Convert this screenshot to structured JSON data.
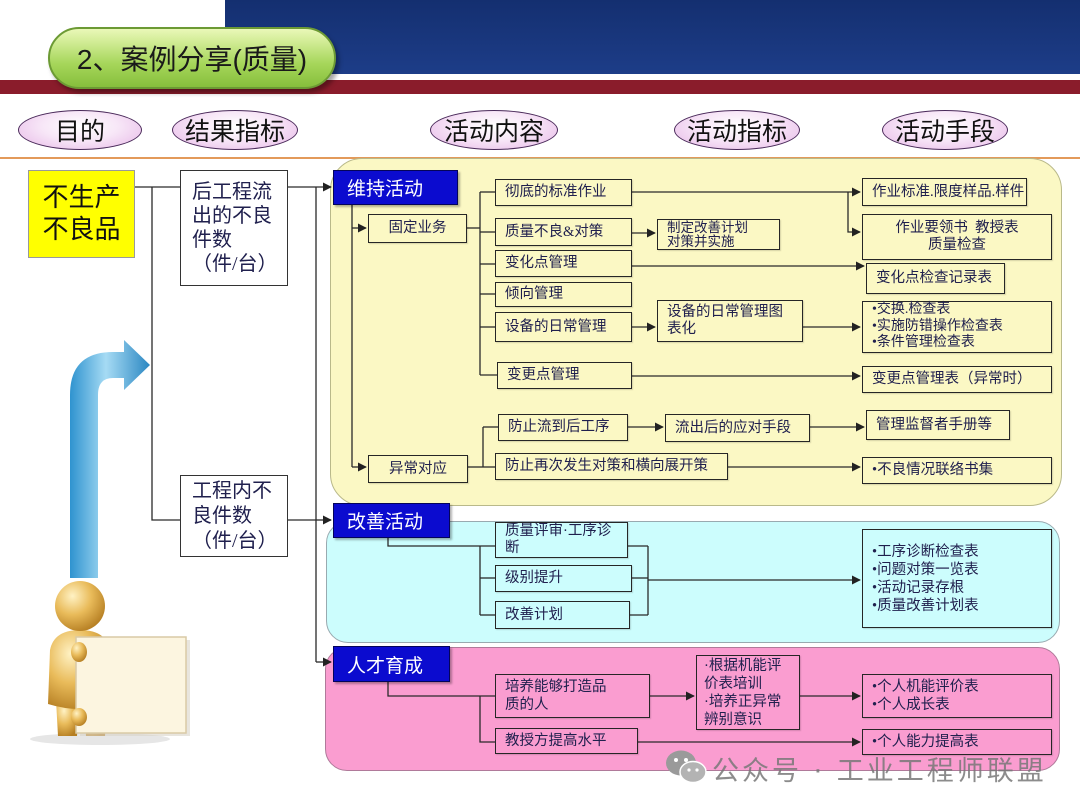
{
  "title": "2、案例分享(质量)",
  "headers": {
    "purpose": "目的",
    "result": "结果指标",
    "content": "活动内容",
    "indicator": "活动指标",
    "means": "活动手段"
  },
  "purpose": {
    "lines": [
      "不生产",
      "不良品"
    ]
  },
  "results": {
    "outflow": {
      "lines": [
        "后工程流",
        "出的不良",
        "件数",
        "（件/台）"
      ]
    },
    "in_process": {
      "lines": [
        "工程内不",
        "良件数",
        "（件/台）"
      ]
    }
  },
  "maintain": {
    "label": "维持活动",
    "routine_label": "固定业务",
    "items": {
      "standard_work": "彻底的标准作业",
      "defect_countermeasure": "质量不良&对策",
      "change_point": "变化点管理",
      "trend": "倾向管理",
      "equipment_daily": "设备的日常管理",
      "alteration_point": "变更点管理"
    },
    "indicators": {
      "improvement_plan": [
        "制定改善计划",
        "对策并实施"
      ],
      "equipment_chart": [
        "设备的日常管理图",
        "表化"
      ]
    },
    "means": {
      "standards": "作业标准.限度样品.样件",
      "instructions": [
        "作业要领书  教授表",
        "质量检查"
      ],
      "change_record": "变化点检查记录表",
      "checklists": [
        "•交换.检查表",
        "•实施防错操作检查表",
        "•条件管理检查表"
      ],
      "alteration_table": "变更点管理表（异常时）"
    },
    "abnormal_label": "异常对应",
    "abnormal": {
      "prevent_outflow": "防止流到后工序",
      "outflow_response": "流出后的应对手段",
      "supervisor_manual": "管理监督者手册等",
      "recurrence": "防止再次发生对策和横向展开策",
      "defect_report": "•不良情况联络书集"
    }
  },
  "improve": {
    "label": "改善活动",
    "items": {
      "review": [
        "质量评审·工序诊",
        "断"
      ],
      "level_up": "级别提升",
      "plan": "改善计划"
    },
    "means": [
      "•工序诊断检查表",
      "•问题对策一览表",
      "•活动记录存根",
      "•质量改善计划表"
    ]
  },
  "talent": {
    "label": "人才育成",
    "items": {
      "cultivate": [
        "培养能够打造品",
        "质的人"
      ],
      "instructor": "教授方提高水平"
    },
    "indicators": [
      "·根据机能评",
      "价表培训",
      "·培养正异常",
      "辨别意识"
    ],
    "means_primary": [
      "•个人机能评价表",
      "•个人成长表"
    ],
    "means_secondary": "•个人能力提高表"
  },
  "watermark": "公众号 · 工业工程师联盟",
  "icons": {
    "arrow": "up-right-arrow",
    "person": "person-holding-board",
    "watermark_logo": "wechat-icon"
  },
  "colors": {
    "top_band": "#142f70",
    "red_band": "#8a1c2b",
    "orange_rule": "#e39a5a",
    "title_green": "#a6d65a",
    "purpose_yellow": "#ffff00",
    "label_blue": "#0b0bcf",
    "panel_yellow": "#fbf8c4",
    "panel_cyan": "#ccfdfd",
    "panel_pink": "#fa9dd0",
    "box_text": "#20204e"
  }
}
